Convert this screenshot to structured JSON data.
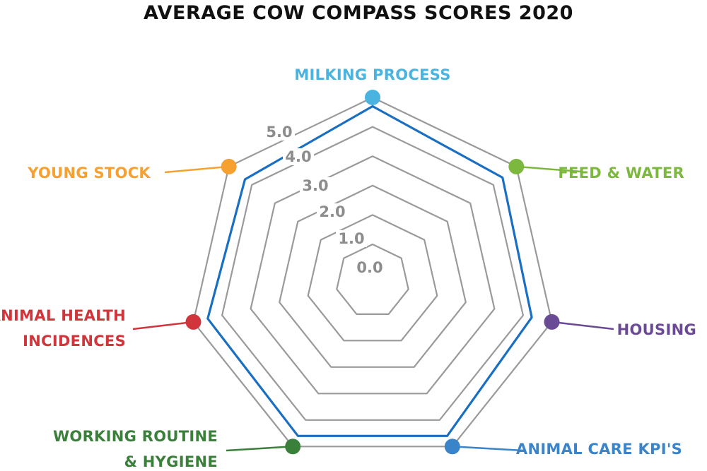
{
  "chart_data": {
    "type": "radar",
    "title": "AVERAGE COW COMPASS SCORES 2020",
    "axes": [
      {
        "name": "MILKING PROCESS",
        "lines": [
          "MILKING PROCESS"
        ],
        "color": "#4ab3e0"
      },
      {
        "name": "FEED & WATER",
        "lines": [
          "FEED & WATER"
        ],
        "color": "#7db83e"
      },
      {
        "name": "HOUSING",
        "lines": [
          "HOUSING"
        ],
        "color": "#6a4a94"
      },
      {
        "name": "ANIMAL CARE KPI'S",
        "lines": [
          "ANIMAL CARE KPI'S"
        ],
        "color": "#3a84c9"
      },
      {
        "name": "WORKING ROUTINE & HYGIENE",
        "lines": [
          "WORKING ROUTINE",
          "& HYGIENE"
        ],
        "color": "#3a7f3a"
      },
      {
        "name": "ANIMAL HEALTH INCIDENCES",
        "lines": [
          "ANIMAL HEALTH",
          "INCIDENCES"
        ],
        "color": "#d1343b"
      },
      {
        "name": "YOUNG STOCK",
        "lines": [
          "YOUNG STOCK"
        ],
        "color": "#f5a030"
      }
    ],
    "tick_labels": [
      "0.0",
      "1.0",
      "2.0",
      "3.0",
      "4.0",
      "5.0"
    ],
    "rmax": 5,
    "series": [
      {
        "values": [
          4.7,
          4.4,
          4.3,
          4.6,
          4.6,
          4.5,
          4.3
        ],
        "color": "#1a6fc2"
      }
    ]
  }
}
